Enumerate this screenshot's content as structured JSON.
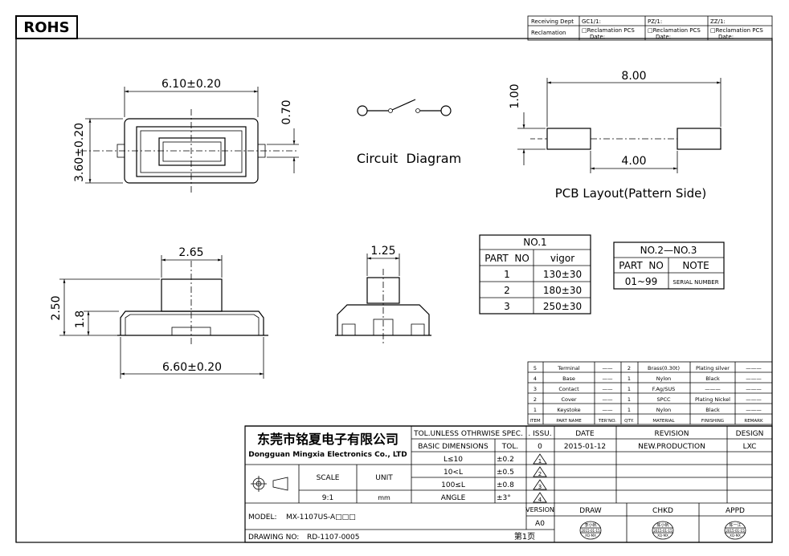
{
  "rohs": "ROHS",
  "top_form": {
    "receiving_dept": "Receiving Dept",
    "gc": "GC1/1:",
    "pz": "PZ/1:",
    "zz": "ZZ/1:",
    "reclamation": "Reclamation",
    "cell1": "□Reclamation  PCS",
    "cell2": "□Reclamation  PCS",
    "cell3": "□Reclamation  PCS",
    "date": "Date:"
  },
  "top_view": {
    "width": "6.10±0.20",
    "height": "3.60±0.20",
    "offset": "0.70"
  },
  "circuit_label": "Circuit  Diagram",
  "pcb": {
    "width": "8.00",
    "pad": "1.00",
    "gap": "4.00",
    "caption": "PCB Layout(Pattern Side)"
  },
  "side_view": {
    "actuator": "2.65",
    "total_height": "2.50",
    "body_height": "1.8",
    "base_width": "6.60±0.20"
  },
  "end_view": {
    "actuator": "1.25"
  },
  "no1": {
    "title": "NO.1",
    "col1": "PART  NO",
    "col2": "vigor",
    "rows": [
      [
        "1",
        "130±30"
      ],
      [
        "2",
        "180±30"
      ],
      [
        "3",
        "250±30"
      ]
    ]
  },
  "no2": {
    "title": "NO.2—NO.3",
    "col1": "PART  NO",
    "col2": "NOTE",
    "row": [
      "01~99",
      "SERIAL NUMBER"
    ]
  },
  "bom": {
    "rows": [
      [
        "5",
        "Terminal",
        "——",
        "2",
        "Brass(0.30t)",
        "Plating silver",
        "———"
      ],
      [
        "4",
        "Base",
        "——",
        "1",
        "Nylon",
        "Black",
        "———"
      ],
      [
        "3",
        "Contact",
        "——",
        "1",
        "F.Ag/SUS",
        "———",
        "———"
      ],
      [
        "2",
        "Cover",
        "——",
        "1",
        "SPCC",
        "Plating Nickel",
        "———"
      ],
      [
        "1",
        "Keystoke",
        "——",
        "1",
        "Nylon",
        "Black",
        "———"
      ]
    ],
    "header": [
      "ITEM",
      "PART NAME",
      "TER'NO.",
      "QTY.",
      "MATERIAL",
      "FINISHING",
      "REMARK"
    ]
  },
  "title_block": {
    "company_cn": "东莞市铭夏电子有限公司",
    "company_en": "Dongguan Mingxia Electronics Co., LTD",
    "tol_header": "TOL.UNLESS OTHRWISE SPEC.",
    "basic_dim": "BASIC DIMENSIONS",
    "tol": "TOL.",
    "tol_rows": [
      [
        "L≤10",
        "±0.2"
      ],
      [
        "10<L",
        "±0.5"
      ],
      [
        "100≤L",
        "±0.8"
      ],
      [
        "ANGLE",
        "±3°"
      ]
    ],
    "scale_label": "SCALE",
    "scale": "9:1",
    "unit_label": "UNIT",
    "unit": "mm",
    "issu": ". ISSU.",
    "date_label": "DATE",
    "revision_label": "REVISION",
    "design_label": "DESIGN",
    "rev_no": "0",
    "rev_date": "2015-01-12",
    "rev_text": "NEW.PRODUCTION",
    "designer": "LXC",
    "tri": [
      "1",
      "2",
      "3",
      "4"
    ],
    "version_label": "VERSION",
    "version": "A0",
    "draw": "DRAW",
    "chkd": "CHKD",
    "appd": "APPD",
    "model_label": "MODEL:",
    "model": "MX-1107US-A□□□",
    "drawing_label": "DRAWING NO:",
    "drawing_no": "RD-1107-0005",
    "page": "第1页",
    "stamp1": "李小帆",
    "stamp2": "陈小帆",
    "stamp3": "陈一江",
    "stamp_date": "2015-01-15",
    "stamp_code": "XQ-MX"
  }
}
